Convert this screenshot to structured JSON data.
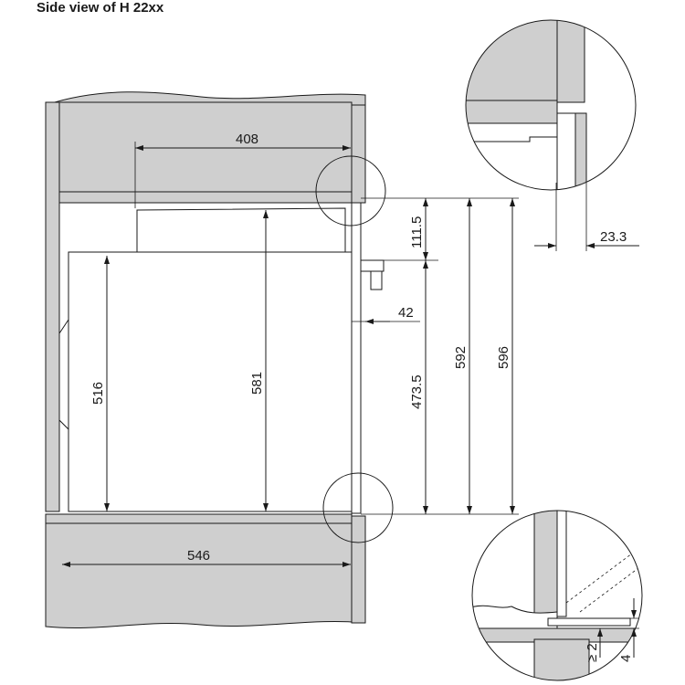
{
  "title": "Side view of H 22xx",
  "dimensions": {
    "depth_top": "408",
    "front_offset": "23.3",
    "top_gap": "111.5",
    "handle": "42",
    "height_lower": "473.5",
    "height_592": "592",
    "height_596": "596",
    "height_516": "516",
    "height_581": "581",
    "depth_bottom": "546",
    "gap_min": "≥ 2",
    "gap_4": "4"
  },
  "colors": {
    "cabinet": "#cfcfcf",
    "line": "#1a1a1a",
    "background": "#ffffff"
  }
}
